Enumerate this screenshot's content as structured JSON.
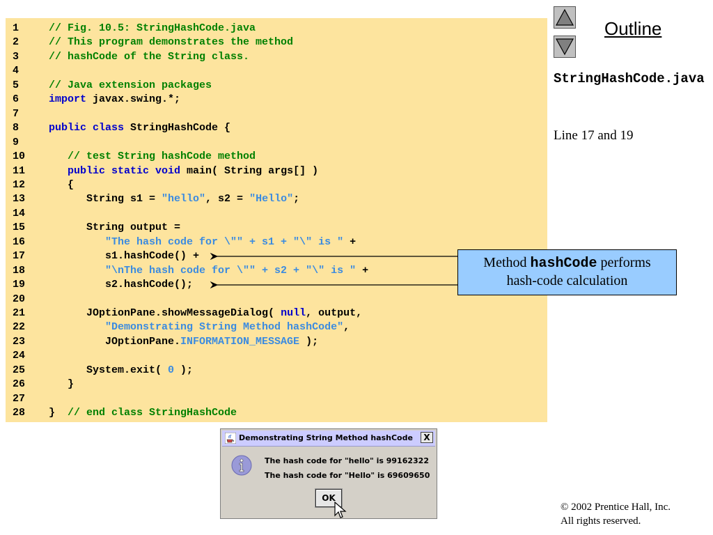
{
  "code": {
    "lines": [
      {
        "n": "1",
        "parts": [
          {
            "c": "cm",
            "t": "// Fig. 10.5: StringHashCode.java"
          }
        ]
      },
      {
        "n": "2",
        "parts": [
          {
            "c": "cm",
            "t": "// This program demonstrates the method"
          }
        ]
      },
      {
        "n": "3",
        "parts": [
          {
            "c": "cm",
            "t": "// hashCode of the String class."
          }
        ]
      },
      {
        "n": "4",
        "parts": []
      },
      {
        "n": "5",
        "parts": [
          {
            "c": "cm",
            "t": "// Java extension packages"
          }
        ]
      },
      {
        "n": "6",
        "parts": [
          {
            "c": "kw",
            "t": "import"
          },
          {
            "c": "",
            "t": " javax.swing.*;"
          }
        ]
      },
      {
        "n": "7",
        "parts": []
      },
      {
        "n": "8",
        "parts": [
          {
            "c": "kw",
            "t": "public class"
          },
          {
            "c": "",
            "t": " StringHashCode {"
          }
        ]
      },
      {
        "n": "9",
        "parts": []
      },
      {
        "n": "10",
        "parts": [
          {
            "c": "",
            "t": "   "
          },
          {
            "c": "cm",
            "t": "// test String hashCode method"
          }
        ]
      },
      {
        "n": "11",
        "parts": [
          {
            "c": "",
            "t": "   "
          },
          {
            "c": "kw",
            "t": "public static void"
          },
          {
            "c": "",
            "t": " main( String args[] )"
          }
        ]
      },
      {
        "n": "12",
        "parts": [
          {
            "c": "",
            "t": "   {"
          }
        ]
      },
      {
        "n": "13",
        "parts": [
          {
            "c": "",
            "t": "      String s1 = "
          },
          {
            "c": "st",
            "t": "\"hello\""
          },
          {
            "c": "",
            "t": ", s2 = "
          },
          {
            "c": "st",
            "t": "\"Hello\""
          },
          {
            "c": "",
            "t": ";"
          }
        ]
      },
      {
        "n": "14",
        "parts": []
      },
      {
        "n": "15",
        "parts": [
          {
            "c": "",
            "t": "      String output ="
          }
        ]
      },
      {
        "n": "16",
        "parts": [
          {
            "c": "",
            "t": "         "
          },
          {
            "c": "st",
            "t": "\"The hash code for \\\"\" + s1 + \"\\\" is \""
          },
          {
            "c": "",
            "t": " +"
          }
        ]
      },
      {
        "n": "17",
        "parts": [
          {
            "c": "",
            "t": "         s1.hashCode() +"
          }
        ]
      },
      {
        "n": "18",
        "parts": [
          {
            "c": "",
            "t": "         "
          },
          {
            "c": "st",
            "t": "\"\\nThe hash code for \\\"\" + s2 + \"\\\" is \""
          },
          {
            "c": "",
            "t": " +"
          }
        ]
      },
      {
        "n": "19",
        "parts": [
          {
            "c": "",
            "t": "         s2.hashCode();"
          }
        ]
      },
      {
        "n": "20",
        "parts": []
      },
      {
        "n": "21",
        "parts": [
          {
            "c": "",
            "t": "      JOptionPane.showMessageDialog( "
          },
          {
            "c": "kw",
            "t": "null"
          },
          {
            "c": "",
            "t": ", output,"
          }
        ]
      },
      {
        "n": "22",
        "parts": [
          {
            "c": "",
            "t": "         "
          },
          {
            "c": "st",
            "t": "\"Demonstrating String Method hashCode\""
          },
          {
            "c": "",
            "t": ","
          }
        ]
      },
      {
        "n": "23",
        "parts": [
          {
            "c": "",
            "t": "         JOptionPane."
          },
          {
            "c": "cn",
            "t": "INFORMATION_MESSAGE"
          },
          {
            "c": "",
            "t": " );"
          }
        ]
      },
      {
        "n": "24",
        "parts": []
      },
      {
        "n": "25",
        "parts": [
          {
            "c": "",
            "t": "      System.exit( "
          },
          {
            "c": "nm",
            "t": "0"
          },
          {
            "c": "",
            "t": " );"
          }
        ]
      },
      {
        "n": "26",
        "parts": [
          {
            "c": "",
            "t": "   }"
          }
        ]
      },
      {
        "n": "27",
        "parts": []
      },
      {
        "n": "28",
        "parts": [
          {
            "c": "",
            "t": "}  "
          },
          {
            "c": "cm",
            "t": "// end class StringHashCode"
          }
        ]
      }
    ]
  },
  "sidebar": {
    "outline_label": "Outline",
    "up_icon": "triangle-up-icon",
    "down_icon": "triangle-down-icon",
    "file_name": "StringHashCode.java",
    "lines_note": "Line 17 and 19"
  },
  "callout": {
    "prefix": "Method ",
    "method": "hashCode",
    "suffix": " performs",
    "line2": "hash-code calculation"
  },
  "dialog": {
    "title": "Demonstrating String Method hashCode",
    "close_label": "X",
    "message_line1": "The hash code for \"hello\" is 99162322",
    "message_line2": "The hash code for \"Hello\" is 69609650",
    "ok_label": "OK",
    "icon": "info-icon"
  },
  "footer": {
    "copyright": "© 2002 Prentice Hall, Inc.",
    "rights": "All rights reserved."
  }
}
